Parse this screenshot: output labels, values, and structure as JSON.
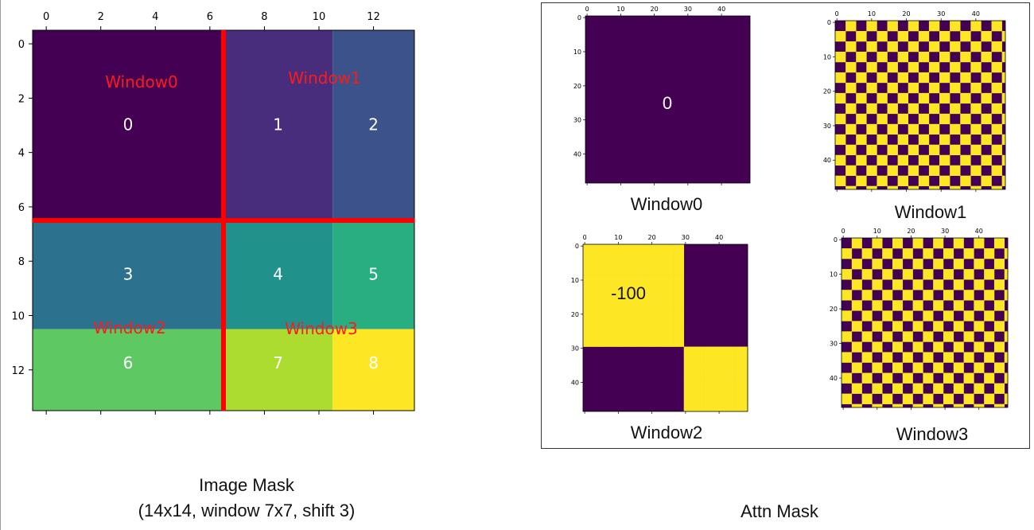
{
  "image_mask": {
    "caption_line1": "Image Mask",
    "caption_line2": "(14x14, window 7x7, shift 3)",
    "x_ticks": [
      "0",
      "2",
      "4",
      "6",
      "8",
      "10",
      "12"
    ],
    "y_ticks": [
      "0",
      "2",
      "4",
      "6",
      "8",
      "10",
      "12"
    ],
    "regions": [
      {
        "label": "0",
        "color": "#440154"
      },
      {
        "label": "1",
        "color": "#472d7b"
      },
      {
        "label": "2",
        "color": "#3b528b"
      },
      {
        "label": "3",
        "color": "#2c728e"
      },
      {
        "label": "4",
        "color": "#21918c"
      },
      {
        "label": "5",
        "color": "#28ae80"
      },
      {
        "label": "6",
        "color": "#5ec962"
      },
      {
        "label": "7",
        "color": "#addc30"
      },
      {
        "label": "8",
        "color": "#fde725"
      }
    ],
    "windows": [
      "Window0",
      "Window1",
      "Window2",
      "Window3"
    ],
    "divider_color": "#ff0000"
  },
  "attn_mask": {
    "caption": "Attn Mask",
    "panel_ticks_x": [
      "0",
      "10",
      "20",
      "30",
      "40"
    ],
    "panel_ticks_y": [
      "0",
      "10",
      "20",
      "30",
      "40"
    ],
    "panels": [
      {
        "title": "Window0",
        "annotation": "0"
      },
      {
        "title": "Window1",
        "annotation": ""
      },
      {
        "title": "Window2",
        "annotation": "-100"
      },
      {
        "title": "Window3",
        "annotation": ""
      }
    ],
    "colors": {
      "low": "#440154",
      "high": "#fde725"
    }
  }
}
